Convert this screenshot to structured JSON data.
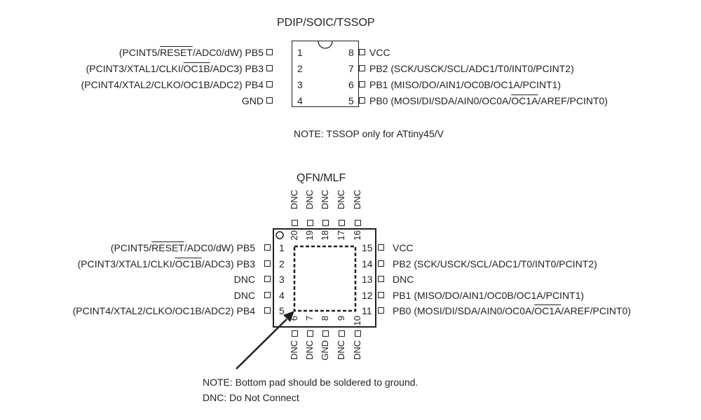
{
  "pdip": {
    "title": "PDIP/SOIC/TSSOP",
    "note": "NOTE: TSSOP only for ATtiny45/V",
    "left_pins": [
      {
        "num": "1",
        "parts": [
          {
            "t": "(PCINT5/"
          },
          {
            "t": "RESET",
            "o": true
          },
          {
            "t": "/ADC0/dW) PB5"
          }
        ]
      },
      {
        "num": "2",
        "parts": [
          {
            "t": "(PCINT3/XTAL1/CLKI/"
          },
          {
            "t": "OC1B",
            "o": true
          },
          {
            "t": "/ADC3) PB3"
          }
        ]
      },
      {
        "num": "3",
        "parts": [
          {
            "t": "(PCINT4/XTAL2/CLKO/OC1B/ADC2) PB4"
          }
        ]
      },
      {
        "num": "4",
        "parts": [
          {
            "t": "GND"
          }
        ]
      }
    ],
    "right_pins": [
      {
        "num": "8",
        "parts": [
          {
            "t": "VCC"
          }
        ]
      },
      {
        "num": "7",
        "parts": [
          {
            "t": "PB2 (SCK/USCK/SCL/ADC1/T0/INT0/PCINT2)"
          }
        ]
      },
      {
        "num": "6",
        "parts": [
          {
            "t": "PB1 (MISO/DO/AIN1/OC0B/OC1A/PCINT1)"
          }
        ]
      },
      {
        "num": "5",
        "parts": [
          {
            "t": "PB0 (MOSI/DI/SDA/AIN0/OC0A/"
          },
          {
            "t": "OC1A",
            "o": true
          },
          {
            "t": "/AREF/PCINT0)"
          }
        ]
      }
    ]
  },
  "qfn": {
    "title": "QFN/MLF",
    "left_pins": [
      {
        "num": "1",
        "parts": [
          {
            "t": "(PCINT5/"
          },
          {
            "t": "RESET",
            "o": true
          },
          {
            "t": "/ADC0/dW) PB5"
          }
        ]
      },
      {
        "num": "2",
        "parts": [
          {
            "t": "(PCINT3/XTAL1/CLKI/"
          },
          {
            "t": "OC1B",
            "o": true
          },
          {
            "t": "/ADC3) PB3"
          }
        ]
      },
      {
        "num": "3",
        "parts": [
          {
            "t": "DNC"
          }
        ]
      },
      {
        "num": "4",
        "parts": [
          {
            "t": "DNC"
          }
        ]
      },
      {
        "num": "5",
        "parts": [
          {
            "t": "(PCINT4/XTAL2/CLKO/OC1B/ADC2) PB4"
          }
        ]
      }
    ],
    "right_pins": [
      {
        "num": "15",
        "parts": [
          {
            "t": "VCC"
          }
        ]
      },
      {
        "num": "14",
        "parts": [
          {
            "t": "PB2 (SCK/USCK/SCL/ADC1/T0/INT0/PCINT2)"
          }
        ]
      },
      {
        "num": "13",
        "parts": [
          {
            "t": "DNC"
          }
        ]
      },
      {
        "num": "12",
        "parts": [
          {
            "t": "PB1 (MISO/DO/AIN1/OC0B/OC1A/PCINT1)"
          }
        ]
      },
      {
        "num": "11",
        "parts": [
          {
            "t": "PB0 (MOSI/DI/SDA/AIN0/OC0A/"
          },
          {
            "t": "OC1A",
            "o": true
          },
          {
            "t": "/AREF/PCINT0)"
          }
        ]
      }
    ],
    "top_pins": [
      {
        "num": "20",
        "label": "DNC"
      },
      {
        "num": "19",
        "label": "DNC"
      },
      {
        "num": "18",
        "label": "DNC"
      },
      {
        "num": "17",
        "label": "DNC"
      },
      {
        "num": "16",
        "label": "DNC"
      }
    ],
    "bottom_pins": [
      {
        "num": "6",
        "label": "DNC"
      },
      {
        "num": "7",
        "label": "DNC"
      },
      {
        "num": "8",
        "label": "GND"
      },
      {
        "num": "9",
        "label": "DNC"
      },
      {
        "num": "10",
        "label": "DNC"
      }
    ],
    "note_pad": "NOTE: Bottom pad should be soldered to ground.",
    "note_dnc": "DNC: Do Not Connect"
  }
}
